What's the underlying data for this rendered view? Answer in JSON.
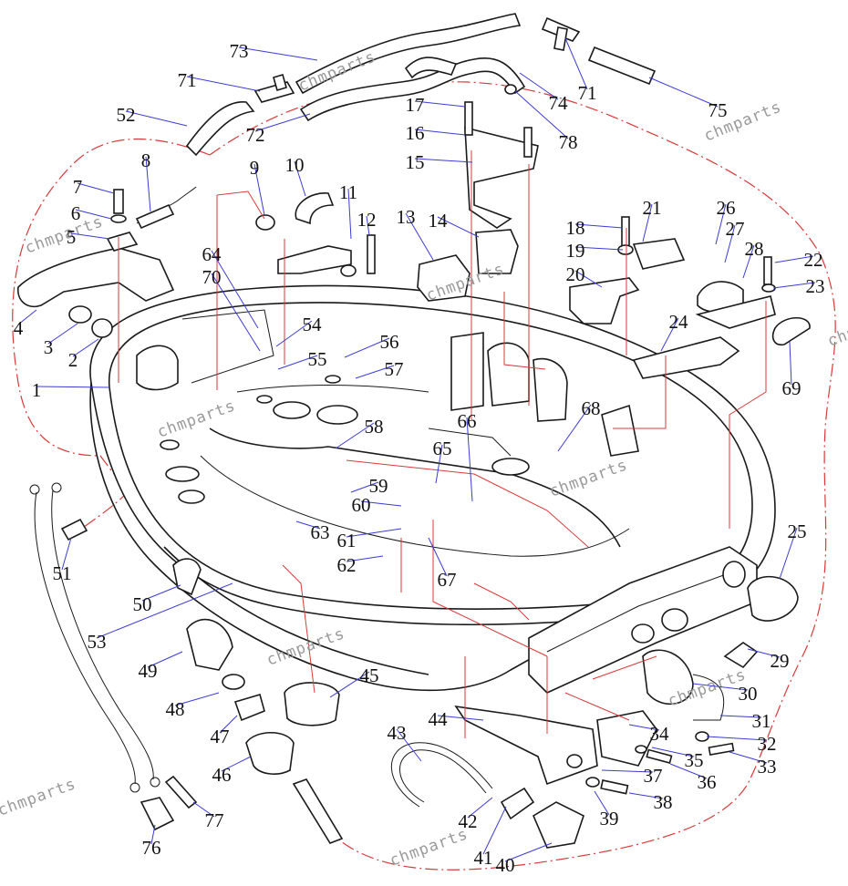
{
  "watermark": "chmparts",
  "callouts": [
    "1",
    "2",
    "3",
    "4",
    "5",
    "6",
    "7",
    "8",
    "9",
    "10",
    "11",
    "12",
    "13",
    "14",
    "15",
    "16",
    "17",
    "18",
    "19",
    "20",
    "21",
    "22",
    "23",
    "24",
    "25",
    "26",
    "27",
    "28",
    "29",
    "30",
    "31",
    "32",
    "33",
    "34",
    "35",
    "36",
    "37",
    "38",
    "39",
    "40",
    "41",
    "42",
    "43",
    "44",
    "45",
    "46",
    "47",
    "48",
    "49",
    "50",
    "51",
    "52",
    "53",
    "54",
    "55",
    "56",
    "57",
    "58",
    "59",
    "60",
    "61",
    "62",
    "63",
    "64",
    "65",
    "66",
    "67",
    "68",
    "69",
    "70",
    "71",
    "72",
    "73",
    "74",
    "75",
    "76",
    "77",
    "78"
  ],
  "colors": {
    "leader": "#3b3bd6",
    "assembly_outline": "#d83a3a",
    "linework": "#1a1a1a",
    "watermark": "#9a9a9a"
  }
}
